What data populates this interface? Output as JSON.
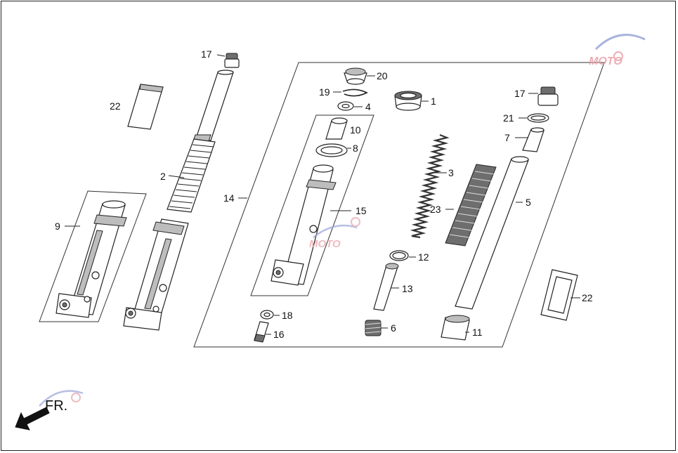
{
  "diagram": {
    "title": "",
    "direction_label": "FR.",
    "watermark_text": "MOTO",
    "watermark_colors": {
      "primary": "#e8a0a8",
      "secondary": "#9aa8d8"
    },
    "callouts": [
      {
        "id": "c17a",
        "label": "17"
      },
      {
        "id": "c22a",
        "label": "22"
      },
      {
        "id": "c2",
        "label": "2"
      },
      {
        "id": "c9",
        "label": "9"
      },
      {
        "id": "c14",
        "label": "14"
      },
      {
        "id": "c20",
        "label": "20"
      },
      {
        "id": "c19",
        "label": "19"
      },
      {
        "id": "c4",
        "label": "4"
      },
      {
        "id": "c1",
        "label": "1"
      },
      {
        "id": "c10",
        "label": "10"
      },
      {
        "id": "c8",
        "label": "8"
      },
      {
        "id": "c15",
        "label": "15"
      },
      {
        "id": "c3",
        "label": "3"
      },
      {
        "id": "c23",
        "label": "23"
      },
      {
        "id": "c17b",
        "label": "17"
      },
      {
        "id": "c21",
        "label": "21"
      },
      {
        "id": "c7",
        "label": "7"
      },
      {
        "id": "c5",
        "label": "5"
      },
      {
        "id": "c12",
        "label": "12"
      },
      {
        "id": "c13",
        "label": "13"
      },
      {
        "id": "c18",
        "label": "18"
      },
      {
        "id": "c16",
        "label": "16"
      },
      {
        "id": "c6",
        "label": "6"
      },
      {
        "id": "c11",
        "label": "11"
      },
      {
        "id": "c22b",
        "label": "22"
      }
    ]
  }
}
